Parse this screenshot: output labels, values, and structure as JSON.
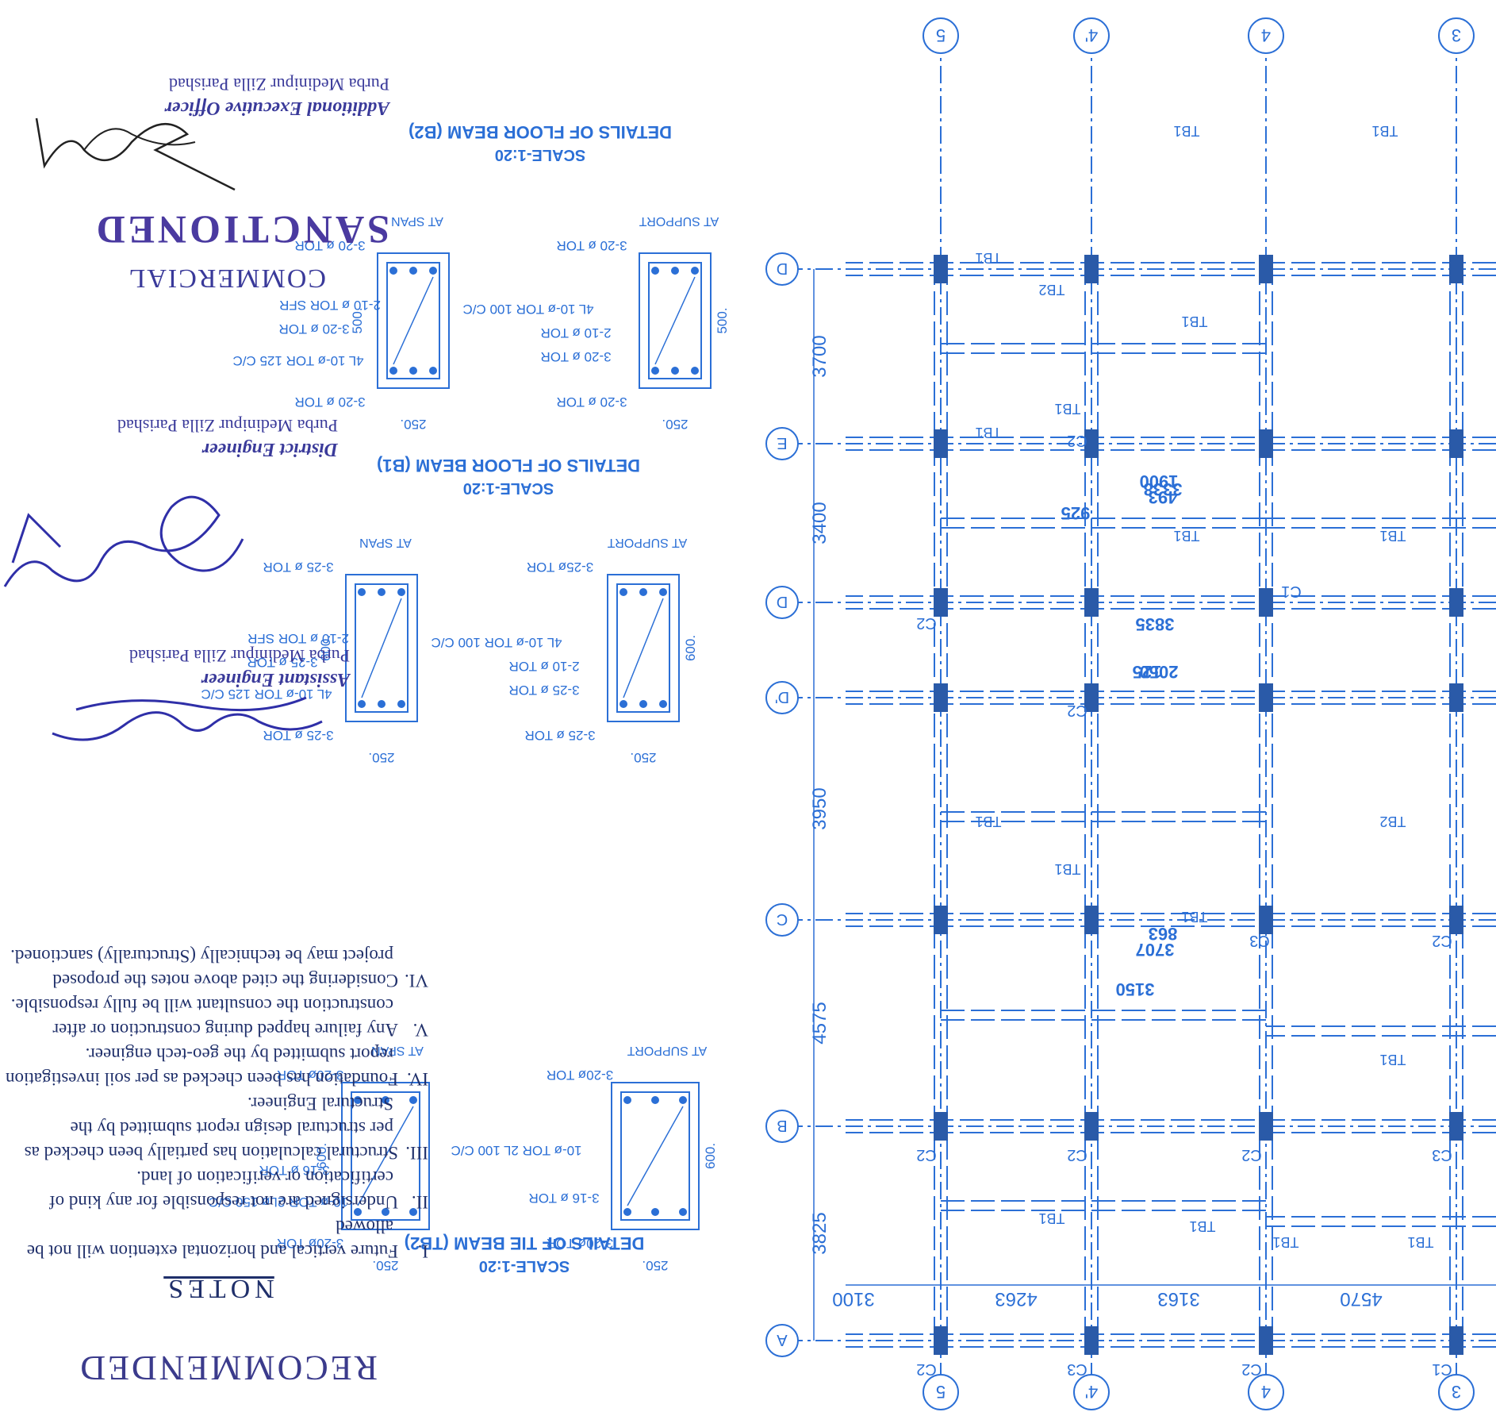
{
  "plan": {
    "grid_x": [
      {
        "label": "3"
      },
      {
        "label": "4"
      },
      {
        "label": "4'"
      },
      {
        "label": "5"
      }
    ],
    "grid_y": [
      {
        "label": "A"
      },
      {
        "label": "B"
      },
      {
        "label": "C"
      },
      {
        "label": "D'"
      },
      {
        "label": "D"
      },
      {
        "label": "E"
      },
      {
        "label": "D"
      }
    ],
    "x_dims": [
      "4570",
      "3163",
      "4263",
      "3100"
    ],
    "y_dims": [
      "3825",
      "4575",
      "3950",
      "3400",
      "3700"
    ],
    "inner_dims": [
      "3150",
      "2050",
      "1900",
      "3707",
      "863",
      "3835",
      "125",
      "3338",
      "493",
      "925"
    ],
    "columns": [
      "C1",
      "C2",
      "C3",
      "C2",
      "C2",
      "C3",
      "C2",
      "C2",
      "C2",
      "C3",
      "C2",
      "C2",
      "C1",
      "C2"
    ],
    "beams": [
      "TB1",
      "TB2"
    ]
  },
  "details": [
    {
      "title": "DETAILS OF FLOOR BEAM (B2)",
      "scale": "SCALE-1:20",
      "support_label": "AT SUPPORT",
      "span_label": "AT SPAN",
      "support_top": "3-20 ø TOR",
      "support_bot": "3-20 ø TOR",
      "support_extra": "3-20 ø TOR",
      "support_side": "2-10 ø TOR",
      "support_stirrup": "4L 10-ø TOR 100 C/C",
      "span_top": "3-20 ø TOR",
      "span_bot": "3-20 ø TOR",
      "span_extra": "3-20 ø TOR",
      "span_side": "2-10 ø TOR SFR",
      "span_stirrup": "4L 10-ø TOR 125 C/C",
      "width": "250.",
      "depth": "500."
    },
    {
      "title": "DETAILS OF FLOOR BEAM (B1)",
      "scale": "SCALE-1:20",
      "support_label": "AT SUPPORT",
      "span_label": "AT SPAN",
      "support_top": "3-25ø TOR",
      "support_bot": "3-25 ø TOR",
      "support_extra": "3-25 ø TOR",
      "support_side": "2-10 ø TOR",
      "support_stirrup": "4L 10-ø TOR 100 C/C",
      "span_top": "3-25 ø TOR",
      "span_bot": "3-25 ø TOR",
      "span_extra": "3-25 ø TOR",
      "span_side": "2-10 ø TOR SFR",
      "span_stirrup": "4L 10-ø TOR 125 C/C",
      "width": "250.",
      "depth": "600."
    },
    {
      "title": "DETAILS OF TIE BEAM (TB2)",
      "scale": "SCALE-1:20",
      "support_label": "AT SUPPORT",
      "span_label": "AT SPAN",
      "support_top": "3-20ø TOR",
      "support_bot": "3-20ø TOR",
      "support_extra": "3-16 ø TOR",
      "support_stirrup": "10-ø TOR 2L 100 C/C",
      "span_top": "3-20ø TOR",
      "span_bot": "3-20ø TOR",
      "span_extra": "3-16 ø TOR",
      "span_stirrup": "10-ø TOR 2Lø 150 C/C",
      "width": "250.",
      "depth": "600."
    }
  ],
  "notes": {
    "heading": "NOTES",
    "items": [
      {
        "num": "I.",
        "text": "Future vertical and horizontal extention will not be allowed"
      },
      {
        "num": "II.",
        "text": "Undersigned are not responsible for any kind of certification or verification of land."
      },
      {
        "num": "III.",
        "text": "Structural calculation has partially been checked as per structural  design report submitted by the Structural Engineer."
      },
      {
        "num": "IV.",
        "text": "Foundation has been checked as per soil investigation report submitted by the geo-tech engineer."
      },
      {
        "num": "V.",
        "text": "Any failure happed during construction or after construction the consultant will be fully responsible."
      },
      {
        "num": "VI.",
        "text": "Considering the cited above notes the proposed project may be technically (Structurally) sanctioned."
      }
    ]
  },
  "stamps": {
    "recommended": "RECOMMENDED",
    "ae_title": "Assistant Engineer",
    "ae_org": "Purba Medinipur Zilla Parishad",
    "de_title": "District Engineer",
    "de_org": "Purba Medinipur Zilla Parishad",
    "commercial": "COMMERCIAL",
    "sanctioned": "SANCTIONED",
    "aeo_title": "Additional Executive Officer",
    "aeo_org": "Purba Medinipur Zilla Parishad"
  },
  "colors": {
    "drawing": "#2b6fd6",
    "column": "#2a5aa8",
    "stamp": "#3a3a9a",
    "ink": "#1f2f6a"
  }
}
